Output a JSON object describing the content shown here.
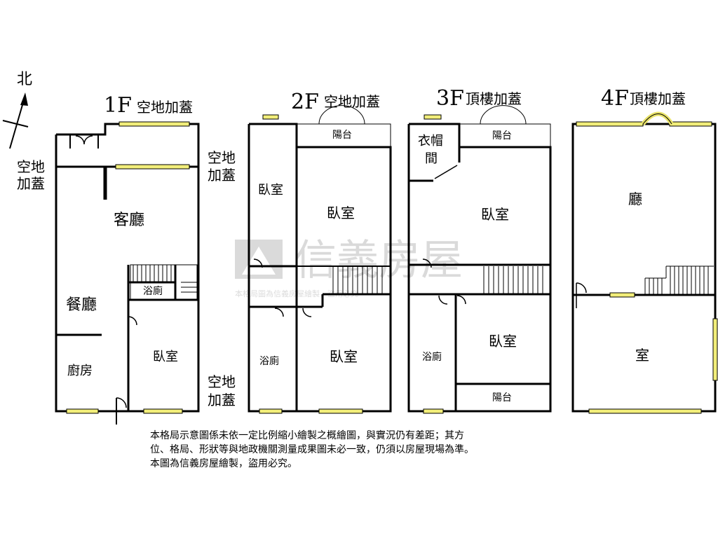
{
  "compass": {
    "label": "北"
  },
  "floors": [
    {
      "id": "1f",
      "label": "1F",
      "note": "空地加蓋"
    },
    {
      "id": "2f",
      "label": "2F",
      "note": "空地加蓋"
    },
    {
      "id": "3f",
      "label": "3F",
      "note": "頂樓加蓋"
    },
    {
      "id": "4f",
      "label": "4F",
      "note": "頂樓加蓋"
    }
  ],
  "side_notes": {
    "left_1f": [
      "空地",
      "加蓋"
    ],
    "left_2f": [
      "空地",
      "加蓋"
    ],
    "bottom_2f": [
      "空地",
      "加蓋"
    ]
  },
  "rooms": {
    "f1": {
      "living": "客廳",
      "dining": "餐廳",
      "toilet": "浴廁",
      "kitchen": "廚房",
      "bedroom": "臥室"
    },
    "f2": {
      "bedroom_small": "臥室",
      "balcony": "陽台",
      "bedroom_main": "臥室",
      "bath": "浴廁",
      "bedroom_front": "臥室"
    },
    "f3": {
      "closet_1": "衣帽",
      "closet_2": "間",
      "balcony_rear": "陽台",
      "bedroom_main": "臥室",
      "bath": "浴廁",
      "bedroom_front": "臥室",
      "balcony_front": "陽台"
    },
    "f4": {
      "hall": "廳",
      "room": "室"
    }
  },
  "watermark": {
    "brand": "信義房屋",
    "subtext": "本格局圖為信義房屋繪製，盜用必究"
  },
  "disclaimer": [
    "本格局示意圖係未依一定比例縮小繪製之概繪圖，與實況仍有差距；其方",
    "位、格局、形狀等與地政機關測量成果圖未必一致，仍須以房屋現場為準。",
    "本圖為信義房屋繪製，盜用必究。"
  ],
  "colors": {
    "wall": "#000000",
    "window": "#f2ee7a",
    "watermark": "#c8c8c8"
  }
}
